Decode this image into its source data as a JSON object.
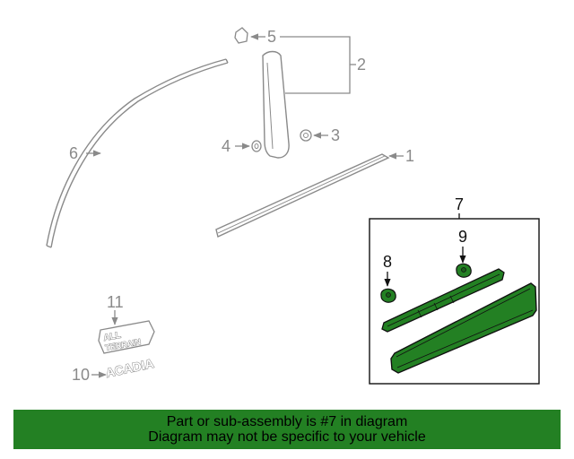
{
  "callouts": {
    "c1": "1",
    "c2": "2",
    "c3": "3",
    "c4": "4",
    "c5": "5",
    "c6": "6",
    "c7": "7",
    "c8": "8",
    "c9": "9",
    "c10": "10",
    "c11": "11"
  },
  "emblems": {
    "all_terrain_top": "ALL",
    "all_terrain_bottom": "TERRAIN",
    "acadia": "ACADIA"
  },
  "footer": {
    "line1": "Part or sub-assembly is #7 in diagram",
    "line2": "Diagram may not be specific to your vehicle"
  },
  "colors": {
    "highlight_green": "#238023",
    "line_gray": "#8a8a8a"
  }
}
